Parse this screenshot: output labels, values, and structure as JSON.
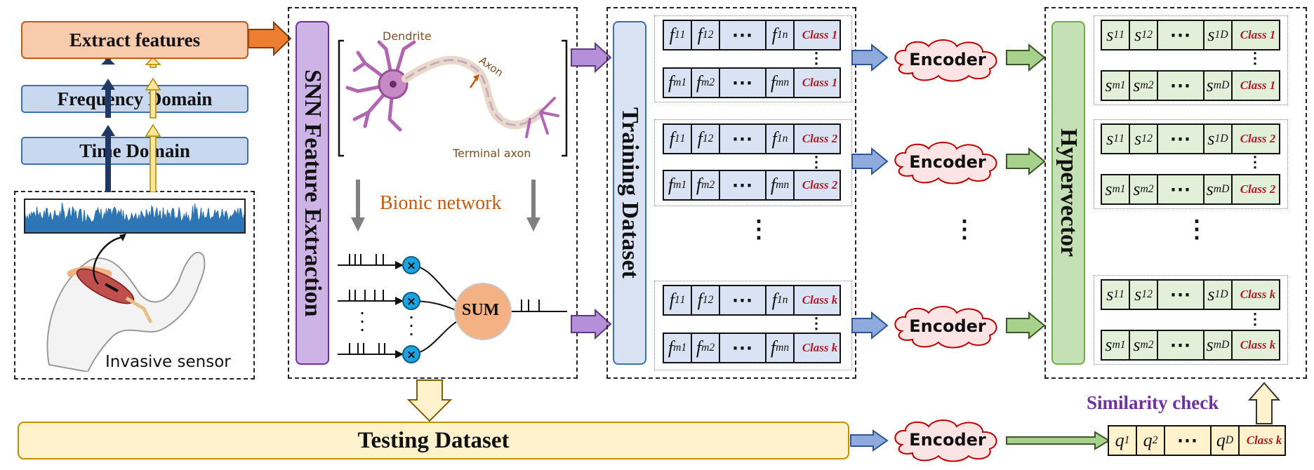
{
  "left": {
    "extract_features": "Extract features",
    "frequency_domain": "Frequency Domain",
    "time_domain": "Time Domain",
    "sensor_label": "Invasive sensor"
  },
  "snn": {
    "title": "SNN Feature Extraction",
    "dendrite": "Dendrite",
    "axon": "Axon",
    "terminal_axon": "Terminal axon",
    "bionic_network": "Bionic network",
    "sum": "SUM"
  },
  "training": {
    "title": "Training Dataset",
    "ellipsis": "⋯",
    "groups": [
      {
        "class_label_top": "Class 1",
        "class_label_bottom": "Class 1"
      },
      {
        "class_label_top": "Class 2",
        "class_label_bottom": "Class 2"
      },
      {
        "class_label_top": "Class k",
        "class_label_bottom": "Class k"
      }
    ]
  },
  "encoder_label": "Encoder",
  "hypervector": {
    "title": "Hypervector",
    "groups": [
      {
        "class_label_top": "Class 1",
        "class_label_bottom": "Class 1"
      },
      {
        "class_label_top": "Class 2",
        "class_label_bottom": "Class 2"
      },
      {
        "class_label_top": "Class k",
        "class_label_bottom": "Class k"
      }
    ]
  },
  "testing": {
    "title": "Testing Dataset",
    "similarity_check": "Similarity check",
    "query_class": "Class k"
  },
  "colors": {
    "extract_fill": "#f8cbad",
    "extract_border": "#c55a11",
    "domain_fill": "#c8d9ef",
    "snn_bar": "#cdb3e6",
    "training_bar": "#dae3f3",
    "hyper_bar": "#c5e0b4",
    "testing_fill": "#fff2cc",
    "feature_cell": "#dae3f3",
    "hyper_cell": "#e2f0d9",
    "query_cell": "#fff2cc",
    "cloud_fill": "#fde4e4",
    "class_text": "#b01c2a",
    "similarity_text": "#7030a0",
    "bionic_text": "#c55a11",
    "sum_fill": "#f4b183",
    "multiply_fill": "#1fa3e0"
  }
}
